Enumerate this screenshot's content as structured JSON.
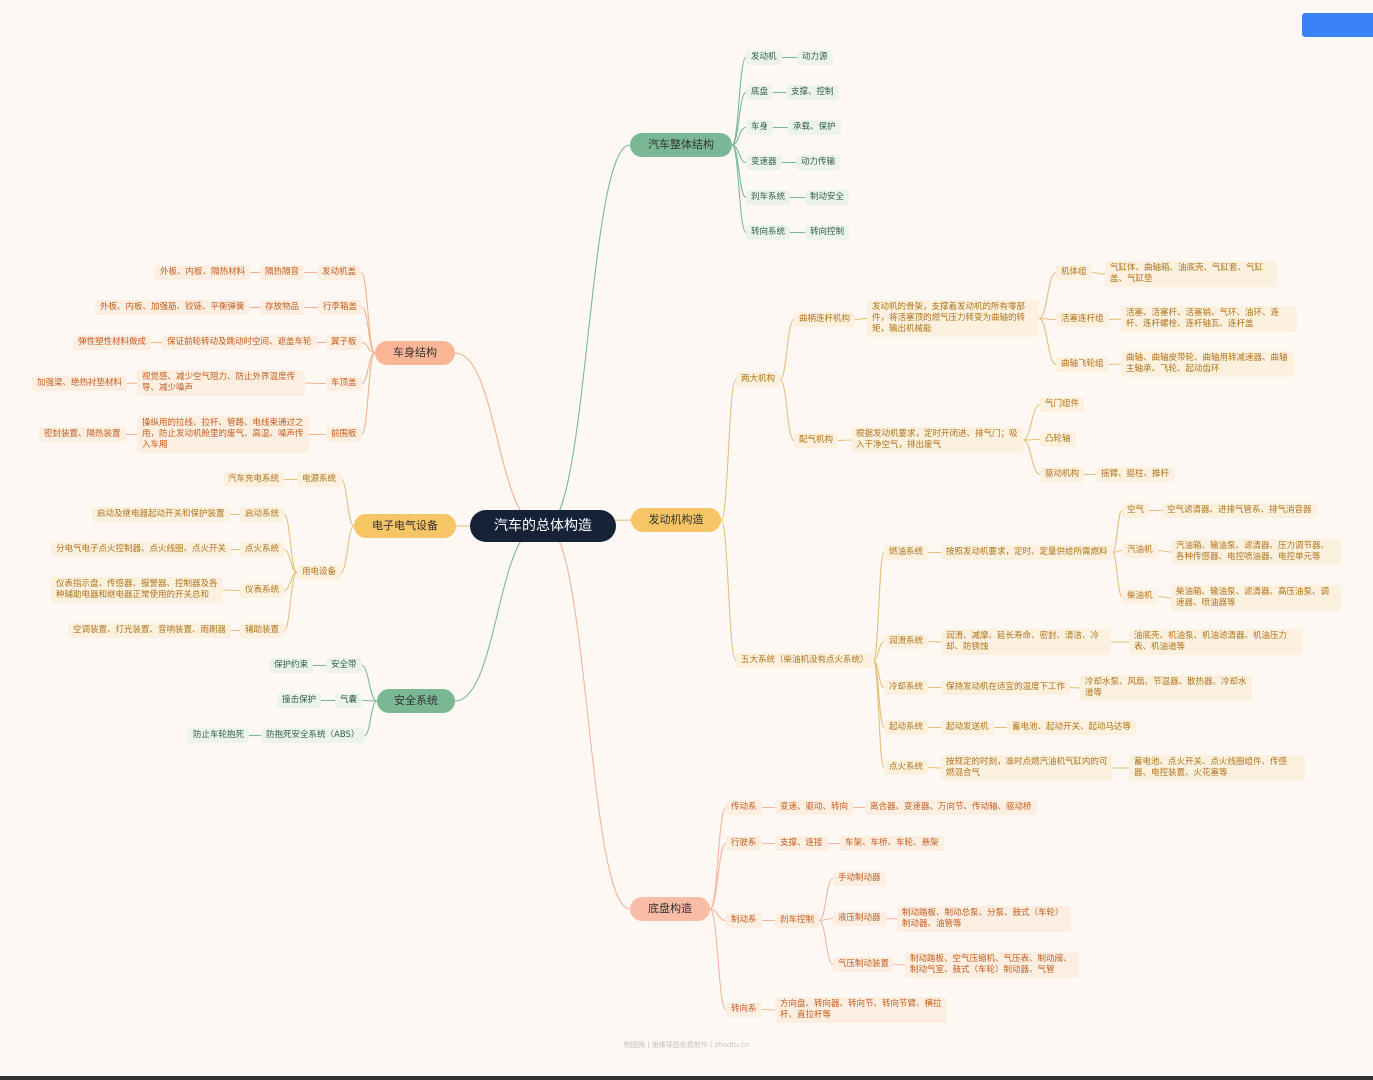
{
  "root": {
    "label": "汽车的总体构造"
  },
  "watermark": "制图网 | 思维导图免费制作 | zhodtu.cn",
  "colors": {
    "green": "#7ab895",
    "orange": "#f0b28c",
    "gold": "#e6c07a",
    "salmon": "#f2b59e",
    "accent": "#3b82f6"
  },
  "branches": [
    {
      "id": "b1",
      "label": "汽车整体结构",
      "children": [
        {
          "label": "发动机",
          "children": [
            {
              "label": "动力源"
            }
          ]
        },
        {
          "label": "底盘",
          "children": [
            {
              "label": "支撑、控制"
            }
          ]
        },
        {
          "label": "车身",
          "children": [
            {
              "label": "承载、保护"
            }
          ]
        },
        {
          "label": "变速器",
          "children": [
            {
              "label": "动力传输"
            }
          ]
        },
        {
          "label": "刹车系统",
          "children": [
            {
              "label": "制动安全"
            }
          ]
        },
        {
          "label": "转向系统",
          "children": [
            {
              "label": "转向控制"
            }
          ]
        }
      ]
    },
    {
      "id": "b2",
      "label": "车身结构",
      "children": [
        {
          "label": "发动机盖",
          "children": [
            {
              "label": "隔热隔音",
              "children": [
                {
                  "label": "外板、内板、隔热材料"
                }
              ]
            }
          ]
        },
        {
          "label": "行李箱盖",
          "children": [
            {
              "label": "存放物品",
              "children": [
                {
                  "label": "外板、内板、加强筋、铰链、平衡弹簧"
                }
              ]
            }
          ]
        },
        {
          "label": "翼子板",
          "children": [
            {
              "label": "保证前轮转动及跳动时空间、遮盖车轮",
              "children": [
                {
                  "label": "弹性塑性材料做成"
                }
              ]
            }
          ]
        },
        {
          "label": "车顶盖",
          "children": [
            {
              "label": "视觉感、减少空气阻力、防止外界温度传导、减少噪声",
              "children": [
                {
                  "label": "加强梁、绝热衬垫材料"
                }
              ]
            }
          ]
        },
        {
          "label": "前围板",
          "children": [
            {
              "label": "操纵用的拉线、拉杆、管路、电线束通过之用，防止发动机舱里的废气、高温、噪声传入车厢",
              "children": [
                {
                  "label": "密封装置、隔热装置"
                }
              ]
            }
          ]
        }
      ]
    },
    {
      "id": "b3",
      "label": "电子电气设备",
      "children": [
        {
          "label": "电源系统",
          "children": [
            {
              "label": "汽车充电系统"
            }
          ]
        },
        {
          "label": "用电设备",
          "children": [
            {
              "label": "启动系统",
              "children": [
                {
                  "label": "启动及继电器起动开关和保护装置"
                }
              ]
            },
            {
              "label": "点火系统",
              "children": [
                {
                  "label": "分电气电子点火控制器、点火线圈、点火开关"
                }
              ]
            },
            {
              "label": "仪表系统",
              "children": [
                {
                  "label": "仪表指示盘、传感器、报警器、控制器及各种辅助电器和继电器正常使用的开关总和"
                }
              ]
            },
            {
              "label": "辅助装置",
              "children": [
                {
                  "label": "空调装置、灯光装置、音响装置、雨刷器"
                }
              ]
            }
          ]
        }
      ]
    },
    {
      "id": "b4",
      "label": "安全系统",
      "children": [
        {
          "label": "安全带",
          "children": [
            {
              "label": "保护约束"
            }
          ]
        },
        {
          "label": "气囊",
          "children": [
            {
              "label": "撞击保护"
            }
          ]
        },
        {
          "label": "防抱死安全系统（ABS）",
          "children": [
            {
              "label": "防止车轮抱死"
            }
          ]
        }
      ]
    },
    {
      "id": "b5",
      "label": "发动机构造",
      "children": [
        {
          "label": "两大机构",
          "children": [
            {
              "label": "曲柄连杆机构",
              "children": [
                {
                  "label": "发动机的骨架，支撑着发动机的所有零部件，将活塞顶的燃气压力转变为曲轴的转矩，输出机械能",
                  "children": [
                    {
                      "label": "机体组",
                      "children": [
                        {
                          "label": "气缸体、曲轴箱、油底壳、气缸套、气缸盖、气缸垫"
                        }
                      ]
                    },
                    {
                      "label": "活塞连杆组",
                      "children": [
                        {
                          "label": "活塞、活塞杆、活塞销、气环、油环、连杆、连杆螺栓、连杆轴瓦、连杆盖"
                        }
                      ]
                    },
                    {
                      "label": "曲轴飞轮组",
                      "children": [
                        {
                          "label": "曲轴、曲轴皮带轮、曲轴用转减速器、曲轴主轴承、飞轮、起动齿环"
                        }
                      ]
                    }
                  ]
                }
              ]
            },
            {
              "label": "配气机构",
              "children": [
                {
                  "label": "根据发动机要求，定时开闭进、排气门；吸入干净空气，排出废气",
                  "children": [
                    {
                      "label": "气门组件"
                    },
                    {
                      "label": "凸轮轴"
                    },
                    {
                      "label": "驱动机构",
                      "children": [
                        {
                          "label": "摇臂、挺柱、推杆"
                        }
                      ]
                    }
                  ]
                }
              ]
            }
          ]
        },
        {
          "label": "五大系统（柴油机没有点火系统）",
          "children": [
            {
              "label": "燃油系统",
              "children": [
                {
                  "label": "按照发动机要求，定时、定量供给所需燃料",
                  "children": [
                    {
                      "label": "空气",
                      "children": [
                        {
                          "label": "空气滤清器、进排气管系、排气消音器"
                        }
                      ]
                    },
                    {
                      "label": "汽油机",
                      "children": [
                        {
                          "label": "汽油箱、输油泵、滤清器、压力调节器、各种传感器、电控喷油器、电控单元等"
                        }
                      ]
                    },
                    {
                      "label": "柴油机",
                      "children": [
                        {
                          "label": "柴油箱、输油泵、滤清器、高压油泵、调速器、喷油器等"
                        }
                      ]
                    }
                  ]
                }
              ]
            },
            {
              "label": "润滑系统",
              "children": [
                {
                  "label": "润滑、减摩、延长寿命、密封、清洁、冷却、防锈蚀",
                  "children": [
                    {
                      "label": "油底壳、机油泵、机油滤清器、机油压力表、机油道等"
                    }
                  ]
                }
              ]
            },
            {
              "label": "冷却系统",
              "children": [
                {
                  "label": "保持发动机在适宜的温度下工作",
                  "children": [
                    {
                      "label": "冷却水泵、风扇、节温器、散热器、冷却水道等"
                    }
                  ]
                }
              ]
            },
            {
              "label": "起动系统",
              "children": [
                {
                  "label": "起动发送机",
                  "children": [
                    {
                      "label": "蓄电池、起动开关、起动马达等"
                    }
                  ]
                }
              ]
            },
            {
              "label": "点火系统",
              "children": [
                {
                  "label": "按规定的时刻，准时点燃汽油机气缸内的可燃混合气",
                  "children": [
                    {
                      "label": "蓄电池、点火开关、点火线圈组件、传感器、电控装置、火花塞等"
                    }
                  ]
                }
              ]
            }
          ]
        }
      ]
    },
    {
      "id": "b6",
      "label": "底盘构造",
      "children": [
        {
          "label": "传动系",
          "children": [
            {
              "label": "变速、驱动、转向",
              "children": [
                {
                  "label": "离合器、变速器、万向节、传动轴、驱动桥"
                }
              ]
            }
          ]
        },
        {
          "label": "行驶系",
          "children": [
            {
              "label": "支撑、连接",
              "children": [
                {
                  "label": "车架、车桥、车轮、悬架"
                }
              ]
            }
          ]
        },
        {
          "label": "制动系",
          "children": [
            {
              "label": "刹车控制",
              "children": [
                {
                  "label": "手动制动器"
                },
                {
                  "label": "液压制动器",
                  "children": [
                    {
                      "label": "制动踏板、制动总泵、分泵、鼓式（车轮）制动器、油管等"
                    }
                  ]
                },
                {
                  "label": "气压制动装置",
                  "children": [
                    {
                      "label": "制动踏板、空气压缩机、气压表、制动阀、制动气室、鼓式（车轮）制动器、气管"
                    }
                  ]
                }
              ]
            }
          ]
        },
        {
          "label": "转向系",
          "children": [
            {
              "label": "方向盘、转向器、转向节、转向节臂、横拉杆、直拉杆等"
            }
          ]
        }
      ]
    }
  ]
}
